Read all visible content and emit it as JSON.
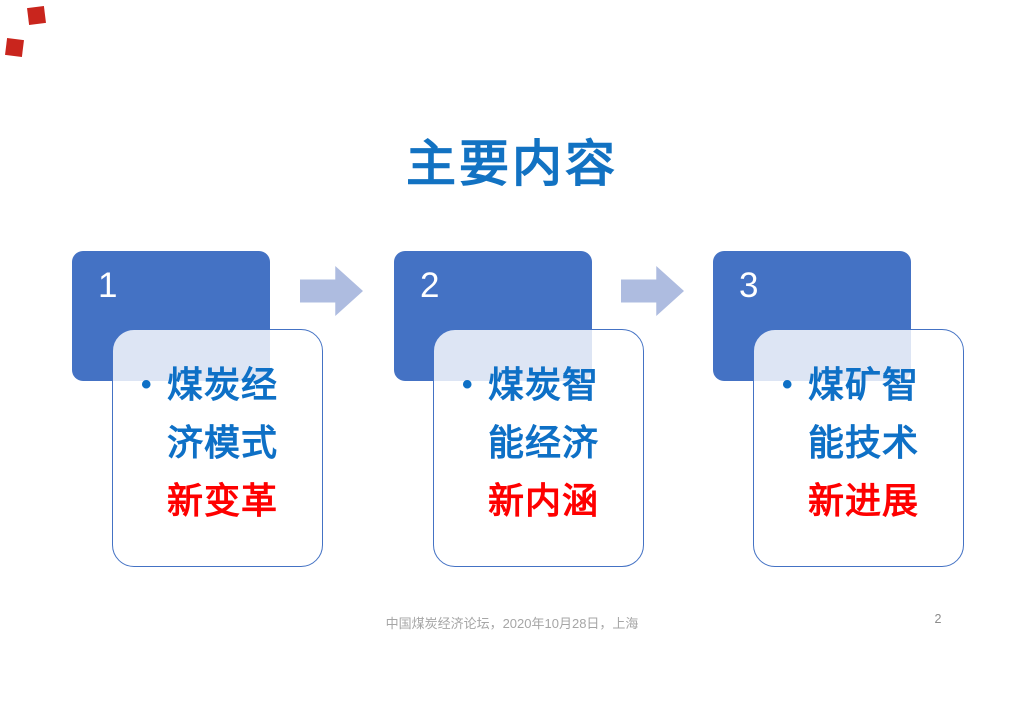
{
  "slide": {
    "title": "主要内容",
    "footer": "中国煤炭经济论坛，2020年10月28日，上海",
    "page_number": "2",
    "steps": [
      {
        "number": "1",
        "bullet": "•",
        "text": "煤炭经济模式",
        "highlight": "新变革"
      },
      {
        "number": "2",
        "bullet": "•",
        "text": "煤炭智能经济",
        "highlight": "新内涵"
      },
      {
        "number": "3",
        "bullet": "•",
        "text": "煤矿智能技术",
        "highlight": "新进展"
      }
    ],
    "colors": {
      "title_blue": "#1272c2",
      "box_blue": "#4472c4",
      "arrow_blue": "#aebce0",
      "bullet_text_blue": "#0e70c6",
      "highlight_red": "#fe0000",
      "footer_gray": "#a6a6a6",
      "logo_red": "#c9251d"
    }
  }
}
